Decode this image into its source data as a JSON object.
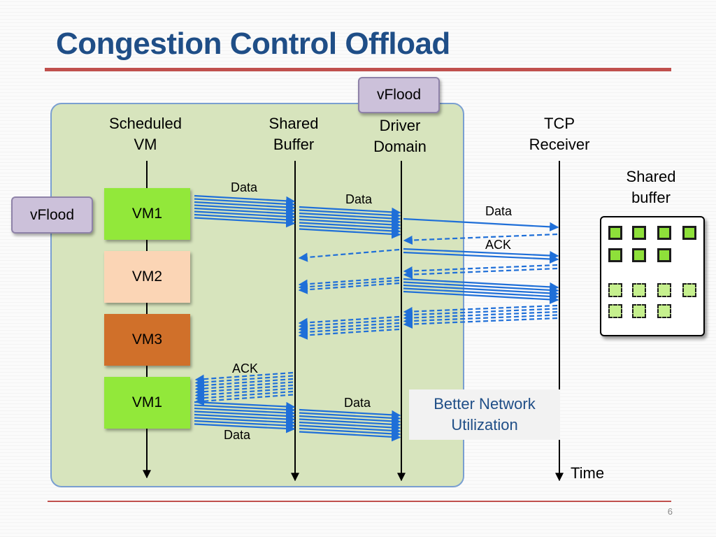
{
  "slide": {
    "title": "Congestion Control Offload",
    "page_number": "6"
  },
  "tags": {
    "top": "vFlood",
    "left": "vFlood"
  },
  "columns": {
    "scheduled_vm": "Scheduled\nVM",
    "shared_buffer": "Shared\nBuffer",
    "driver_domain": "Driver\nDomain",
    "tcp_receiver": "TCP\nReceiver"
  },
  "vms": [
    {
      "label": "VM1",
      "color": "#92e83a"
    },
    {
      "label": "VM2",
      "color": "#fbd5b5"
    },
    {
      "label": "VM3",
      "color": "#d0702a"
    },
    {
      "label": "VM1",
      "color": "#92e83a"
    }
  ],
  "arrow_labels": {
    "data_vm_to_buffer_top": "Data",
    "data_buffer_to_driver_top": "Data",
    "data_driver_to_receiver": "Data",
    "ack_receiver_to_driver": "ACK",
    "ack_buffer_to_vm": "ACK",
    "data_buffer_to_driver_bottom": "Data",
    "data_vm_to_buffer_bottom": "Data"
  },
  "callout": {
    "line1": "Better Network",
    "line2": "Utilization"
  },
  "axis": {
    "time_label": "Time"
  },
  "shared_buffer_panel": {
    "label": "Shared\nbuffer",
    "filled_slots": 7,
    "empty_slots": 7
  },
  "colors": {
    "arrow_blue": "#1f6fd8",
    "title_blue": "#1f4e87",
    "rule_red": "#c0504d",
    "panel_green": "#d7e4bd"
  }
}
